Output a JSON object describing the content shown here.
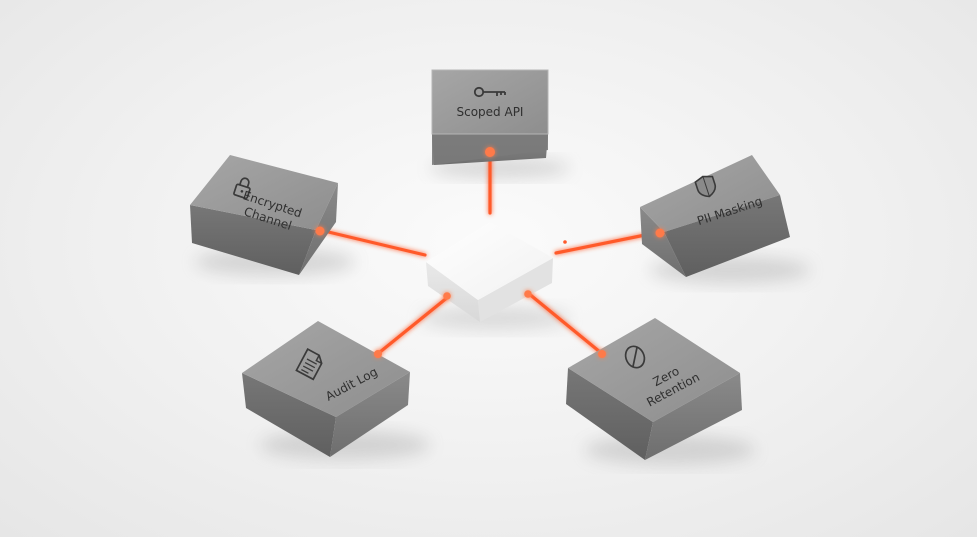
{
  "nodes": {
    "scoped_api": {
      "label": "Scoped API",
      "icon": "key-icon"
    },
    "encrypted_channel": {
      "label_line1": "Encrypted",
      "label_line2": "Channel",
      "icon": "padlock-icon"
    },
    "pii_masking": {
      "label": "PII Masking",
      "icon": "shield-icon"
    },
    "audit_log": {
      "label": "Audit Log",
      "icon": "document-icon"
    },
    "zero_retention": {
      "label_line1": "Zero",
      "label_line2": "Retention",
      "icon": "no-storage-icon"
    }
  },
  "hub": {
    "icon": "hub-block"
  },
  "colors": {
    "link": "#ff5a2c",
    "link_glow": "#ff8a60",
    "block_top": "#9a9a9a",
    "block_side": "#7c7c7c",
    "hub_top": "#ffffff"
  }
}
